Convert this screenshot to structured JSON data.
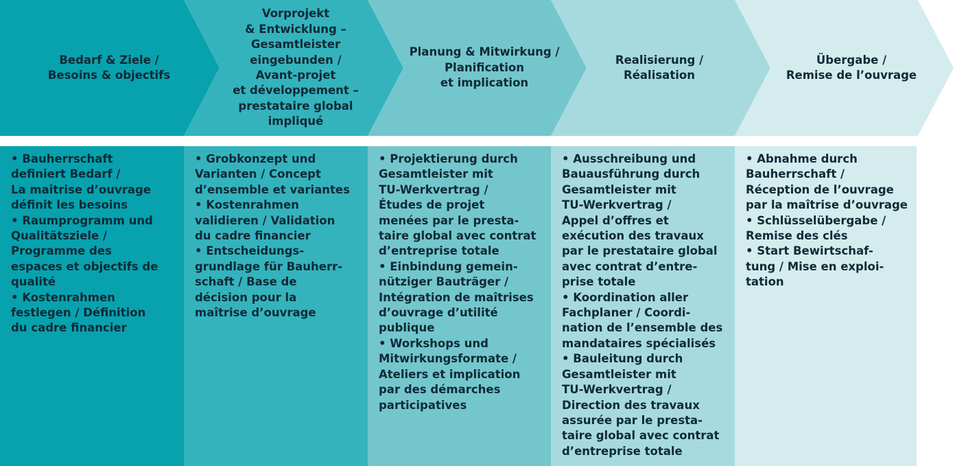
{
  "colors": {
    "stage1": "#07a2ae",
    "stage2": "#34b3bd",
    "stage3": "#74c6cd",
    "stage4": "#a7dade",
    "stage5": "#d5ecef",
    "text": "#0f2a36"
  },
  "stages": [
    {
      "title": "Bedarf & Ziele  /\nBesoins & objectifs",
      "body": "• Bauherrschaft\ndefiniert Bedarf  /\nLa maîtrise d’ouvrage\ndéfinit les besoins\n• Raumprogramm und\nQualitätsziele  /\nProgramme des\nespaces et objectifs de\nqualité\n• Kostenrahmen\nfestlegen  /  Définition\ndu cadre financier"
    },
    {
      "title": "Vorprojekt\n& Entwicklung –\nGesamtleister\neingebunden  /\nAvant-projet\net développement –\nprestataire global\nimpliqué",
      "body": "• Grobkonzept und\nVarianten  /  Concept\nd’ensemble et variantes\n• Kostenrahmen\nvalidieren  /  Validation\ndu cadre financier\n• Entscheidungs-\ngrundlage für Bauherr-\nschaft  /  Base de\ndécision pour la\nmaîtrise d’ouvrage"
    },
    {
      "title": "Planung & Mitwirkung  /\nPlanification\net implication",
      "body": "• Projektierung durch\nGesamtleister mit\nTU-Werkvertrag  /\nÉtudes de projet\nmenées par le presta-\ntaire global avec contrat\nd’entreprise totale\n• Einbindung gemein-\nnütziger Bauträger  /\nIntégration de maîtrises\nd’ouvrage d’utilité\npublique\n• Workshops und\nMitwirkungsformate  /\nAteliers et implication\npar des démarches\nparticipatives"
    },
    {
      "title": "Realisierung  /\nRéalisation",
      "body": "• Ausschreibung und\nBauausführung durch\nGesamtleister mit\nTU-Werkvertrag  /\nAppel d’offres et\nexécution des travaux\npar le prestataire global\navec contrat d’entre-\nprise totale\n• Koordination aller\nFachplaner  /  Coordi-\nnation de l’ensemble des\nmandataires spécialisés\n• Bauleitung durch\nGesamtleister mit\nTU-Werkvertrag  /\nDirection des travaux\nassurée par le presta-\ntaire global avec contrat\nd’entreprise totale"
    },
    {
      "title": "Übergabe  /\nRemise de l’ouvrage",
      "body": "• Abnahme durch\nBauherrschaft  /\nRéception de l’ouvrage\npar la maîtrise d’ouvrage\n• Schlüsselübergabe  /\nRemise des clés\n• Start Bewirtschaf-\ntung  /  Mise en exploi-\ntation"
    }
  ]
}
